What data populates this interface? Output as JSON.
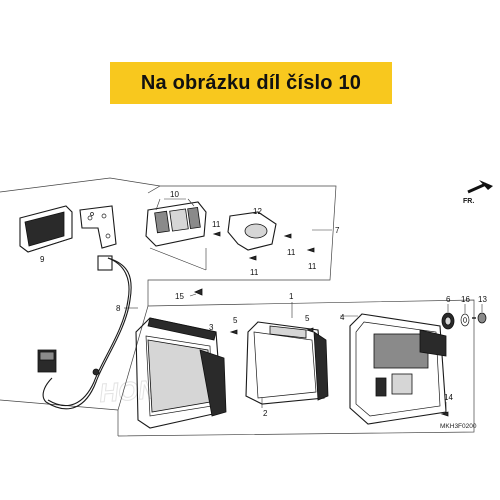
{
  "banner": {
    "text": "Na obrázku díl číslo 10"
  },
  "diagram": {
    "direction_label": "FR.",
    "code": "MKH3F0200",
    "watermark": "HONDA",
    "callouts": {
      "c1": "1",
      "c2": "2",
      "c3": "3",
      "c4": "4",
      "c5a": "5",
      "c5b": "5",
      "c6": "6",
      "c7": "7",
      "c8": "8",
      "c9": "9",
      "c10": "10",
      "c11a": "11",
      "c11b": "11",
      "c11c": "11",
      "c11d": "11",
      "c12": "12",
      "c13": "13",
      "c14": "14",
      "c15": "15",
      "c16": "16"
    }
  },
  "colors": {
    "banner_bg": "#f8c81e",
    "line": "#1a1a1a"
  }
}
